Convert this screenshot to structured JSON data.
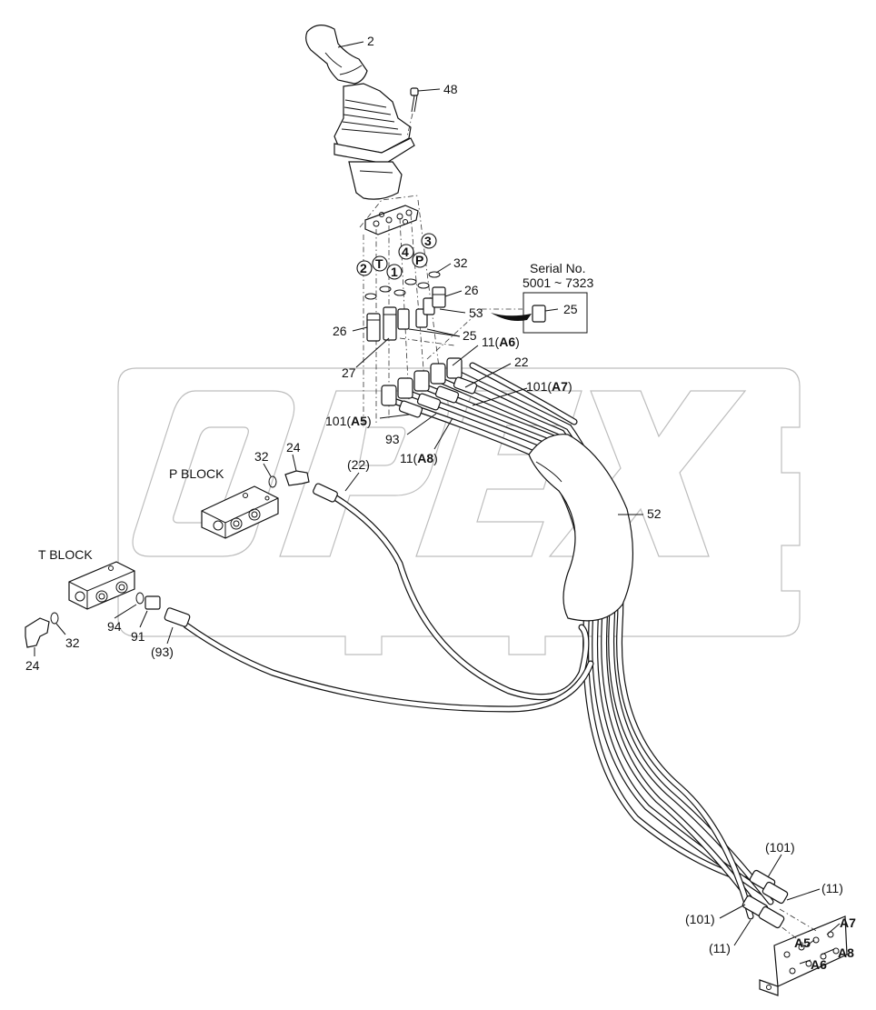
{
  "watermark": "OPEX",
  "top_mark": "",
  "serial_box": {
    "title": "Serial No.",
    "range": "5001 ~ 7323",
    "part": "25"
  },
  "blocks": {
    "p_block": "P BLOCK",
    "t_block": "T BLOCK"
  },
  "port_marks": [
    "2",
    "T",
    "1",
    "4",
    "P",
    "3"
  ],
  "callouts": {
    "c2": "2",
    "c48": "48",
    "c32a": "32",
    "c26a": "26",
    "c53": "53",
    "c26b": "26",
    "c25": "25",
    "c27": "27",
    "c11a6_pre": "11(",
    "c11a6_b": "A6",
    "c11a6_post": ")",
    "c22": "22",
    "c101a7_pre": "101(",
    "c101a7_b": "A7",
    "c101a7_post": ")",
    "c101a5_pre": "101(",
    "c101a5_b": "A5",
    "c101a5_post": ")",
    "c93": "93",
    "c11a8_pre": "11(",
    "c11a8_b": "A8",
    "c11a8_post": ")",
    "c32b": "32",
    "c24a": "24",
    "c22p": "(22)",
    "c52": "52",
    "c94": "94",
    "c91": "91",
    "c93p": "(93)",
    "c32c": "32",
    "c24b": "24",
    "c101p_top": "(101)",
    "c11p_top": "(11)",
    "c101p_mid": "(101)",
    "c11p_bot": "(11)"
  },
  "bracket_ports": {
    "a5": "A5",
    "a6": "A6",
    "a7": "A7",
    "a8": "A8"
  }
}
